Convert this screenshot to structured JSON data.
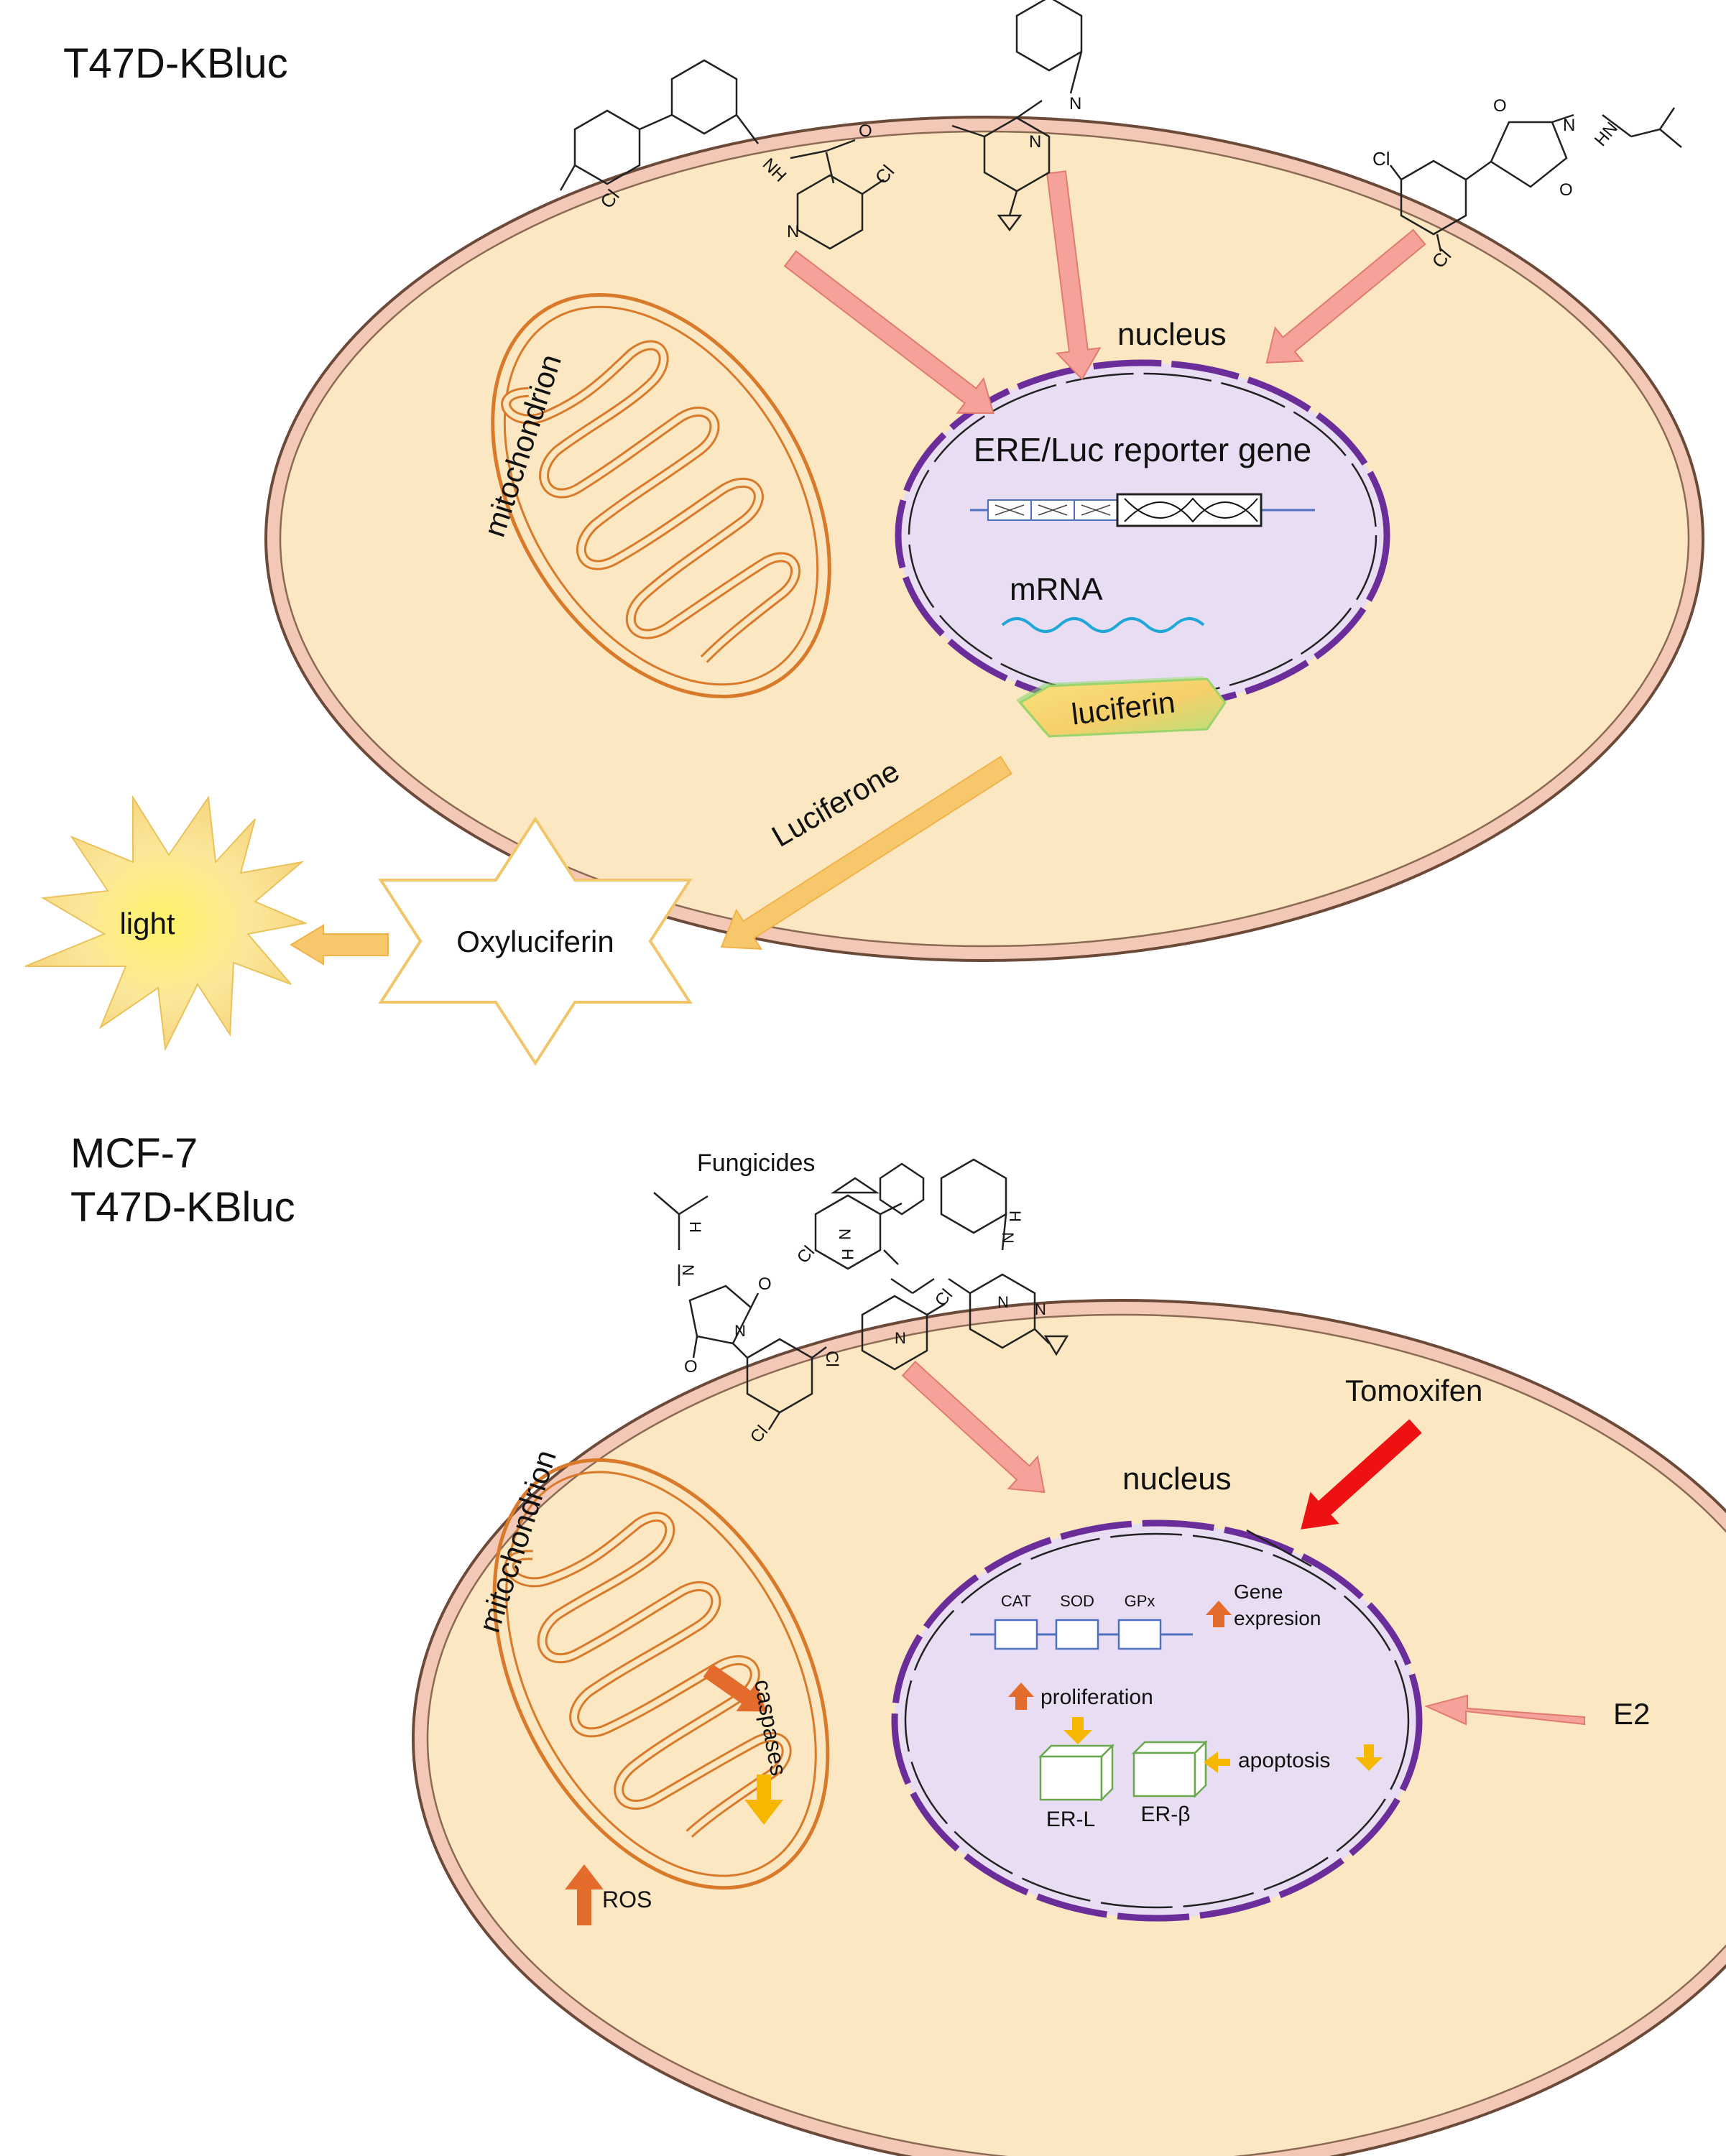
{
  "colors": {
    "cell_fill": "#fbe7c1",
    "cell_membrane": "#f3c3b0",
    "cell_outline": "#6b4a3a",
    "nucleus_fill": "#e8ddf2",
    "nucleus_envelope": "#6a2d99",
    "mito": "#d97a2b",
    "arrow_pink": "#f4a29a",
    "arrow_pink_stroke": "#e07b6f",
    "arrow_yellow": "#f7c86b",
    "arrow_up": "#e36c2d",
    "arrow_down": "#f5b700",
    "tamoxifen_arrow": "#ee1111",
    "mrna": "#20a7d8",
    "gene_line": "#4f6fbf",
    "er_box": "#6aa84f"
  },
  "panel1": {
    "title": "T47D-KBluc",
    "nucleus_label": "nucleus",
    "mitochondrion_label": "mitochondrion",
    "reporter_label": "ERE/Luc reporter gene",
    "mrna_label": "mRNA",
    "luciferin_label": "luciferin",
    "luciferone_label": "Luciferone",
    "oxyluciferin_label": "Oxyluciferin",
    "light_label": "light",
    "chem": {
      "cl": "Cl",
      "n": "N",
      "nh": "NH",
      "hn": "HN",
      "o": "O"
    }
  },
  "panel2": {
    "title_line1": "MCF-7",
    "title_line2": "T47D-KBluc",
    "fungicides_label": "Fungicides",
    "nucleus_label": "nucleus",
    "mitochondrion_label": "mitochondrion",
    "tomoxifen_label": "Tomoxifen",
    "e2_label": "E2",
    "genes": [
      "CAT",
      "SOD",
      "GPx"
    ],
    "gene_expression_line1": "Gene",
    "gene_expression_line2": "expresion",
    "proliferation_label": "proliferation",
    "apoptosis_label": "apoptosis",
    "er_l_label": "ER-L",
    "er_b_label": "ER-β",
    "caspases_label": "caspases",
    "ros_label": "ROS",
    "chem": {
      "cl": "Cl",
      "n": "N",
      "h": "H",
      "o": "O"
    }
  }
}
